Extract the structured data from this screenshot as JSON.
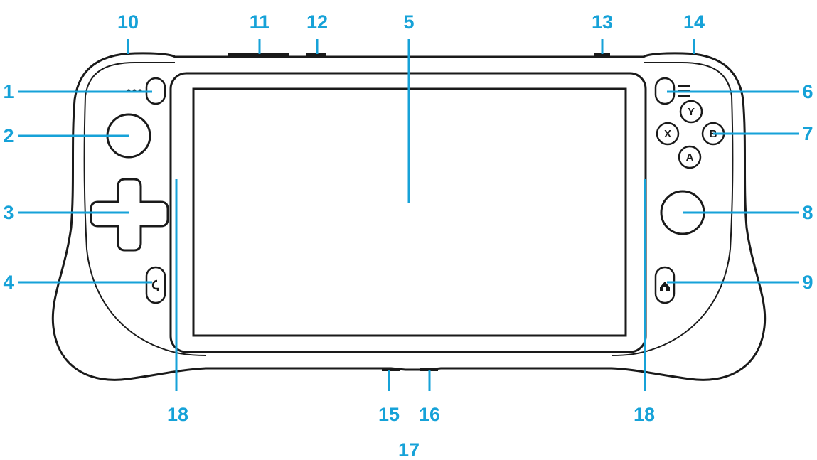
{
  "diagram": {
    "callouts": {
      "n1": "1",
      "n2": "2",
      "n3": "3",
      "n4": "4",
      "n5": "5",
      "n6": "6",
      "n7": "7",
      "n8": "8",
      "n9": "9",
      "n10": "10",
      "n11": "11",
      "n12": "12",
      "n13": "13",
      "n14": "14",
      "n15": "15",
      "n16": "16",
      "n17": "17",
      "n18_left": "18",
      "n18_right": "18"
    },
    "face_buttons": {
      "y": "Y",
      "x": "X",
      "b": "B",
      "a": "A"
    },
    "colors": {
      "callout": "#16a2d8",
      "outline": "#1a1a1a",
      "fill": "#ffffff"
    }
  }
}
